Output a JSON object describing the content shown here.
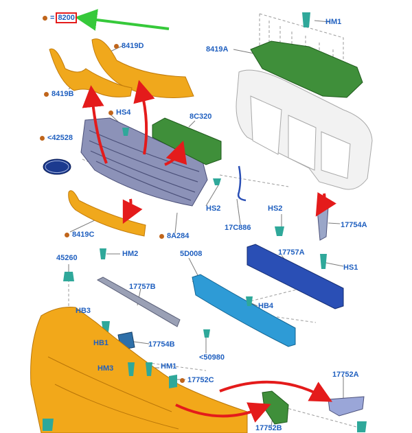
{
  "labels": {
    "8200": "8200",
    "equals": "=",
    "8419D": "8419D",
    "8419B": "8419B",
    "8419C": "8419C",
    "8419A": "8419A",
    "HM1_top": "HM1",
    "HS4": "HS4",
    "8C320": "8C320",
    "42528": "<42528",
    "HS2_left": "HS2",
    "17C886": "17C886",
    "8A284": "8A284",
    "HS2_right": "HS2",
    "17754A": "17754A",
    "HS1": "HS1",
    "45260": "45260",
    "HM2": "HM2",
    "5D008": "5D008",
    "17757A": "17757A",
    "17757B": "17757B",
    "HB4": "HB4",
    "HB3": "HB3",
    "HB1": "HB1",
    "17754B": "17754B",
    "50980": "<50980",
    "HM3": "HM3",
    "HM1_bottom": "HM1",
    "17752C": "17752C",
    "17752A": "17752A",
    "17752B": "17752B"
  },
  "colors": {
    "label": "#1f5fbf",
    "dot": "#c0651b",
    "grille_orange": "#f0a81c",
    "grille_panel": "#8c92b8",
    "green_part": "#3f8f3a",
    "blue_beam": "#2a4fb5",
    "teal_beam": "#2e9bd6",
    "bumper": "#f2a81a",
    "teal_clip": "#2fa89a",
    "red_arrow": "#e41b1b",
    "green_arrow": "#36c93a",
    "radiator_support": "#f2f2f2"
  }
}
